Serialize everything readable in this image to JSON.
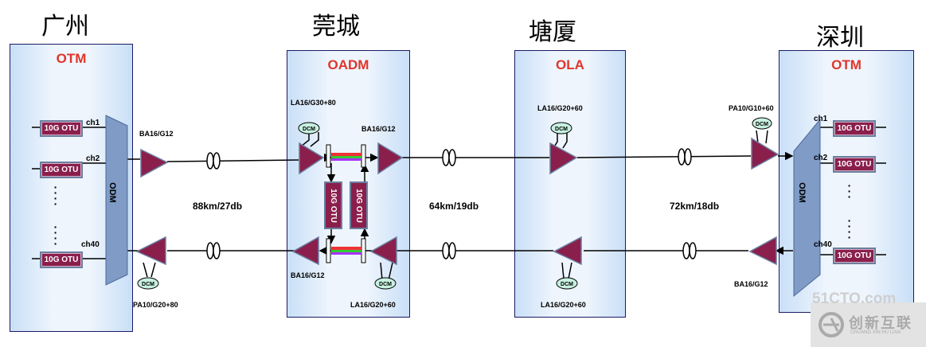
{
  "cities": {
    "guangzhou": "广州",
    "dongguan": "莞城",
    "tangxia": "塘厦",
    "shenzhen": "深圳"
  },
  "sites": {
    "left": "OTM",
    "oadm": "OADM",
    "ola": "OLA",
    "right": "OTM"
  },
  "otu_label": "10G OTU",
  "odm_label": "ODM",
  "dcm_label": "DCM",
  "channels": {
    "ch1": "ch1",
    "ch2": "ch2",
    "ch40": "ch40"
  },
  "amplifiers": {
    "gz_ba": "BA16/G12",
    "gz_pa": "PA10/G20+80",
    "oadm_la_top": "LA16/G30+80",
    "oadm_ba_top": "BA16/G12",
    "oadm_ba_bottom": "BA16/G12",
    "oadm_la_bottom": "LA16/G20+60",
    "ola_top": "LA16/G20+60",
    "ola_bottom": "LA16/G20+60",
    "sz_pa": "PA10/G10+60",
    "sz_ba": "BA16/G12"
  },
  "spans": {
    "span1": "88km/27db",
    "span2": "64km/19db",
    "span3": "72km/18db"
  },
  "watermark": {
    "site": "51CTO.com",
    "brand_cn": "创新互联",
    "brand_en": "CHUANG XIN HU LIAN"
  },
  "colors": {
    "amp": "#8a1f4c",
    "site_title": "#e0352b",
    "fiber": "#000000"
  }
}
